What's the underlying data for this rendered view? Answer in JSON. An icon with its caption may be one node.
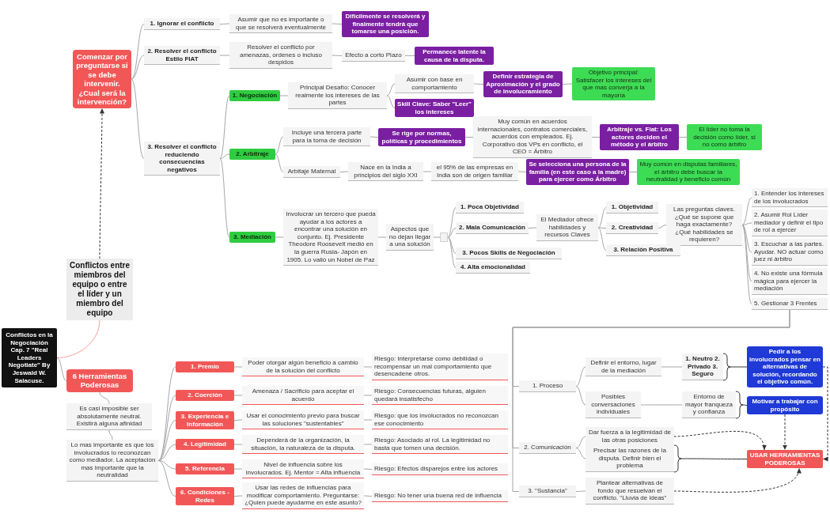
{
  "diagram": {
    "nodes": [
      {
        "text": [
          "Conflictos en la Negociación Cap. 7 \"Real Leaders Negotiate\" By Jeswald W. Salacuse."
        ]
      },
      {
        "text": [
          "Conflictos entre miembros del equipo o entre el líder y un miembro del equipo"
        ]
      },
      {
        "text": [
          "Comenzar por preguntarse si se debe intervenir. ¿Cual será la intervención?"
        ]
      },
      {
        "text": [
          "1. Ignorar el conflicto"
        ]
      },
      {
        "text": [
          "Asumir que no es importante o que se resolverá eventualmente"
        ]
      },
      {
        "text": [
          "Difícilmente se resolverá y finalmente tendrá que tomarse una posición."
        ]
      },
      {
        "text": [
          "2. Resolver el conflicto Estilo FIAT"
        ]
      },
      {
        "text": [
          "Resolver el conflicto por amenazas, ordenes o incluso despidos"
        ]
      },
      {
        "text": [
          "Efecto a corto Plazo"
        ]
      },
      {
        "text": [
          "Permanece latente la causa de la disputa."
        ]
      },
      {
        "text": [
          "3. Resolver el conflicto reduciendo consecuencias negativos"
        ]
      },
      {
        "text": [
          "1. Negociación"
        ]
      },
      {
        "text": [
          "Principal Desafío: Conocer realmente los intereses de las partes"
        ]
      },
      {
        "text": [
          "Asumir con base en comportamiento"
        ]
      },
      {
        "text": [
          "Definir estrategia de Aproximación y el grado de involucramiento"
        ]
      },
      {
        "text": [
          "Objetivo principal: Satisfacer los intereses del que mas converja a la mayoría"
        ]
      },
      {
        "text": [
          "Skill Clave: Saber \"Leer\" los intereses"
        ]
      },
      {
        "text": [
          "2. Arbitraje"
        ]
      },
      {
        "text": [
          "Incluye una tercera parte para la toma de decisión"
        ]
      },
      {
        "text": [
          "Se rige por normas, políticas y procedimientos"
        ]
      },
      {
        "text": [
          "Muy común en acuerdos internacionales, contratos comerciales, acuerdos con empleados. Ej. Corporativo dos VPs en conflicto, el CEO = Árbitro"
        ]
      },
      {
        "text": [
          "Arbitraje vs. Fiat: Los actores deciden el método y el árbitro"
        ]
      },
      {
        "text": [
          "El líder no toma la decisión como líder, si no como árbitro"
        ]
      },
      {
        "text": [
          "Arbitaje Maternal"
        ]
      },
      {
        "text": [
          "Nace en la India a principios del siglo XXI"
        ]
      },
      {
        "text": [
          "el 95% de las empresas en India son de origen familiar"
        ]
      },
      {
        "text": [
          "Se selecciona una persona de la familia (en este caso a la madre) para ejercer como Árbitro"
        ]
      },
      {
        "text": [
          "Muy común en disputas familiares, el árbitro debe buscar la neutralidad y beneficio común"
        ]
      },
      {
        "text": [
          "3. Mediación"
        ]
      },
      {
        "text": [
          "Involucrar un tercero que pueda ayudar a los actores a encontrar una solución en conjunto. Ej. Presidente Theodore Roosevelt medió en la guerra Rusia- Japón en 1905. Lo valió un Nobel de Paz"
        ]
      },
      {
        "text": [
          "Aspectos que no dejan llegar a una solución"
        ]
      },
      {
        "text": [],
        "shape": "box"
      },
      {
        "text": [
          "1. Poca Objetividad"
        ]
      },
      {
        "text": [
          "2. Mala Comunicación"
        ]
      },
      {
        "text": [
          "El Mediador ofrece habilidades y recursos Claves"
        ]
      },
      {
        "text": [
          "1. Objetividad"
        ]
      },
      {
        "text": [
          "2. Creatividad"
        ]
      },
      {
        "text": [
          "Las preguntas claves. ¿Qué se supone que haga exactamente? ¿Qué habilidades se requieren?"
        ]
      },
      {
        "text": [
          "1. Entender los intereses de los involucrados"
        ]
      },
      {
        "text": [
          "2. Asumir Rol Líder mediador y definir el tipo de rol a ejercer"
        ]
      },
      {
        "text": [
          "3. Escuchar a las partes. Ayudar. NO actuar como juez ni árbitro"
        ]
      },
      {
        "text": [
          "4. No existe una fórmula mágica para ejercer la mediación"
        ]
      },
      {
        "text": [
          "5. Gestionar 3 Frentes"
        ]
      },
      {
        "text": [
          "1. Proceso"
        ]
      },
      {
        "text": [
          "Definir el entorno, lugar de la mediación"
        ]
      },
      {
        "text": [
          "1. Neutro 2. Privado 3. Seguro"
        ]
      },
      {
        "text": [
          "Pedir a los involucrados pensar en alternativas de solución, recordando el objetivo común."
        ]
      },
      {
        "text": [
          "Posibles conversaciones individuales"
        ]
      },
      {
        "text": [
          "Entorno de mayor franqueza y confianza"
        ]
      },
      {
        "text": [
          "Motivar a trabajar con propósito"
        ]
      },
      {
        "text": [
          "2. Comunicación"
        ]
      },
      {
        "text": [
          "Dar fuerza a la legitimidad de las otras posiciones"
        ]
      },
      {
        "text": [
          "Precisar las razones de la disputa. Definir bien el problema"
        ]
      },
      {
        "text": [
          "USAR HERRAMIENTAS PODEROSAS"
        ]
      },
      {
        "text": [
          "3. \"Sustancia\""
        ]
      },
      {
        "text": [
          "Plantear alternativas de fondo que resuelvan el conflicto. \"Lluvia de ideas\""
        ]
      },
      {
        "text": [
          "3. Relación Positiva"
        ]
      },
      {
        "text": [
          "3. Pocos Skills de Negociación"
        ]
      },
      {
        "text": [
          "4. Alta emocionalidad"
        ]
      },
      {
        "text": [
          "6 Herramientas Poderosas"
        ]
      },
      {
        "text": [
          "Es casi imposible ser absolutamente neutral. Existirá alguna afinidad"
        ]
      },
      {
        "text": [
          "Lo mas importante es que los involucrados lo reconozcan como mediador. La aceptación mas importante que la neutralidad"
        ]
      },
      {
        "text": [
          "1. Premio"
        ]
      },
      {
        "text": [
          "Poder otorgar algún beneficio a cambio de la solución del conflicto"
        ]
      },
      {
        "text": [
          "Riesgo: Interpretarse como debilidad o recompensar un mal comportamiento que desencadene otros."
        ]
      },
      {
        "text": [
          "2. Coerción"
        ]
      },
      {
        "text": [
          "Amenaza / Sacrificio para aceptar el acuerdo"
        ]
      },
      {
        "text": [
          "Riesgo: Consecuencias futuras, alguien quedará insatisfecho"
        ]
      },
      {
        "text": [
          "3. Experiencia e Información"
        ]
      },
      {
        "text": [
          "Usar el conocimiento previo para buscar las soluciones \"sustentables\""
        ]
      },
      {
        "text": [
          "Riesgo: que los involucrados no reconozcan ese conocimiento"
        ]
      },
      {
        "text": [
          "4. Legitimidad"
        ]
      },
      {
        "text": [
          "Dependerá de la organización, la situación, la naturaleza de la disputa."
        ]
      },
      {
        "text": [
          "Riesgo: Asociado al rol. La legitimidad no basta que tomen una decisión."
        ]
      },
      {
        "text": [
          "5. Referencia"
        ]
      },
      {
        "text": [
          "Nivel de influencia sobre los involucrados. Ej. Mentor = Alta influencia"
        ]
      },
      {
        "text": [
          "Riesgo: Efectos disparejos entre los actores"
        ]
      },
      {
        "text": [
          "6. Condiciones - Redes"
        ]
      },
      {
        "text": [
          "Usar las redes de influencias para modificar comportamiento. Preguntarse: ¿Quien puede ayudarme en este asunto?"
        ]
      },
      {
        "text": [
          "Riesgo: No tener una buena red de influencia"
        ]
      }
    ],
    "edges": [
      {
        "from": 0,
        "to": 1,
        "arrow": "none",
        "color": "#f4a0a0"
      },
      {
        "from": 0,
        "to": 59,
        "arrow": "none"
      },
      {
        "from": 1,
        "to": 2,
        "arrow": "to",
        "style": "dashed",
        "color": "#333333"
      },
      {
        "from": 2,
        "to": 3,
        "arrow": "none"
      },
      {
        "from": 3,
        "to": 4,
        "arrow": "none"
      },
      {
        "from": 4,
        "to": 5,
        "arrow": "none"
      },
      {
        "from": 2,
        "to": 6,
        "arrow": "none"
      },
      {
        "from": 6,
        "to": 7,
        "arrow": "none"
      },
      {
        "from": 7,
        "to": 8,
        "arrow": "none"
      },
      {
        "from": 8,
        "to": 9,
        "arrow": "none"
      },
      {
        "from": 2,
        "to": 10,
        "arrow": "none"
      },
      {
        "from": 10,
        "to": 11,
        "arrow": "none"
      },
      {
        "from": 11,
        "to": 12,
        "arrow": "none"
      },
      {
        "from": 12,
        "to": 13,
        "arrow": "none"
      },
      {
        "from": 13,
        "to": 14,
        "arrow": "none"
      },
      {
        "from": 14,
        "to": 15,
        "arrow": "none"
      },
      {
        "from": 12,
        "to": 16,
        "arrow": "none"
      },
      {
        "from": 10,
        "to": 17,
        "arrow": "none"
      },
      {
        "from": 17,
        "to": 18,
        "arrow": "none"
      },
      {
        "from": 18,
        "to": 19,
        "arrow": "none"
      },
      {
        "from": 19,
        "to": 20,
        "arrow": "none"
      },
      {
        "from": 20,
        "to": 21,
        "arrow": "none"
      },
      {
        "from": 21,
        "to": 22,
        "arrow": "none"
      },
      {
        "from": 17,
        "to": 23,
        "arrow": "none"
      },
      {
        "from": 23,
        "to": 24,
        "arrow": "none"
      },
      {
        "from": 24,
        "to": 25,
        "arrow": "none"
      },
      {
        "from": 25,
        "to": 26,
        "arrow": "none"
      },
      {
        "from": 26,
        "to": 27,
        "arrow": "none"
      },
      {
        "from": 10,
        "to": 28,
        "arrow": "none"
      },
      {
        "from": 28,
        "to": 29,
        "arrow": "none"
      },
      {
        "from": 29,
        "to": 30,
        "arrow": "none"
      },
      {
        "from": 30,
        "to": 31,
        "arrow": "none"
      },
      {
        "from": 31,
        "to": 32,
        "arrow": "none"
      },
      {
        "from": 31,
        "to": 33,
        "arrow": "none"
      },
      {
        "from": 33,
        "to": 34,
        "arrow": "none"
      },
      {
        "from": 34,
        "to": 35,
        "arrow": "none"
      },
      {
        "from": 34,
        "to": 36,
        "arrow": "none"
      },
      {
        "from": 36,
        "to": 37,
        "arrow": "none"
      },
      {
        "from": 37,
        "to": 38,
        "arrow": "none"
      },
      {
        "from": 37,
        "to": 39,
        "arrow": "none"
      },
      {
        "from": 37,
        "to": 40,
        "arrow": "none"
      },
      {
        "from": 37,
        "to": 41,
        "arrow": "none"
      },
      {
        "from": 37,
        "to": 42,
        "arrow": "none"
      },
      {
        "from": 42,
        "to": 43,
        "arrow": "none"
      },
      {
        "from": 43,
        "to": 44,
        "arrow": "none"
      },
      {
        "from": 44,
        "to": 45,
        "arrow": "none"
      },
      {
        "from": 45,
        "to": 46,
        "arrow": "none",
        "color": "#333333"
      },
      {
        "from": 43,
        "to": 47,
        "arrow": "none"
      },
      {
        "from": 47,
        "to": 48,
        "arrow": "none"
      },
      {
        "from": 48,
        "to": 49,
        "arrow": "none",
        "color": "#333333"
      },
      {
        "from": 42,
        "to": 50,
        "arrow": "none"
      },
      {
        "from": 50,
        "to": 51,
        "arrow": "none"
      },
      {
        "from": 50,
        "to": 52,
        "arrow": "none"
      },
      {
        "from": 52,
        "to": 53,
        "arrow": "none",
        "color": "#333333"
      },
      {
        "from": 42,
        "to": 54,
        "arrow": "none"
      },
      {
        "from": 54,
        "to": 55,
        "arrow": "none"
      },
      {
        "from": 46,
        "to": 53,
        "arrow": "to",
        "style": "dashed",
        "color": "#333333"
      },
      {
        "from": 49,
        "to": 53,
        "arrow": "to",
        "style": "dashed",
        "color": "#333333"
      },
      {
        "from": 51,
        "to": 53,
        "arrow": "to",
        "style": "dashed",
        "color": "#333333"
      },
      {
        "from": 55,
        "to": 53,
        "arrow": "to",
        "style": "dashed",
        "color": "#333333"
      },
      {
        "from": 34,
        "to": 56,
        "arrow": "none"
      },
      {
        "from": 31,
        "to": 57,
        "arrow": "none"
      },
      {
        "from": 31,
        "to": 58,
        "arrow": "none"
      },
      {
        "from": 59,
        "to": 60,
        "arrow": "none"
      },
      {
        "from": 60,
        "to": 61,
        "arrow": "none"
      },
      {
        "from": 61,
        "to": 62,
        "arrow": "none"
      },
      {
        "from": 62,
        "to": 63,
        "arrow": "none"
      },
      {
        "from": 63,
        "to": 64,
        "arrow": "none"
      },
      {
        "from": 61,
        "to": 65,
        "arrow": "none"
      },
      {
        "from": 65,
        "to": 66,
        "arrow": "none"
      },
      {
        "from": 66,
        "to": 67,
        "arrow": "none"
      },
      {
        "from": 61,
        "to": 68,
        "arrow": "none"
      },
      {
        "from": 68,
        "to": 69,
        "arrow": "none"
      },
      {
        "from": 69,
        "to": 70,
        "arrow": "none"
      },
      {
        "from": 61,
        "to": 71,
        "arrow": "none"
      },
      {
        "from": 71,
        "to": 72,
        "arrow": "none"
      },
      {
        "from": 72,
        "to": 73,
        "arrow": "none"
      },
      {
        "from": 61,
        "to": 74,
        "arrow": "none"
      },
      {
        "from": 74,
        "to": 75,
        "arrow": "none"
      },
      {
        "from": 75,
        "to": 76,
        "arrow": "none"
      },
      {
        "from": 61,
        "to": 77,
        "arrow": "none"
      },
      {
        "from": 77,
        "to": 78,
        "arrow": "none"
      },
      {
        "from": 78,
        "to": 79,
        "arrow": "none"
      }
    ]
  }
}
